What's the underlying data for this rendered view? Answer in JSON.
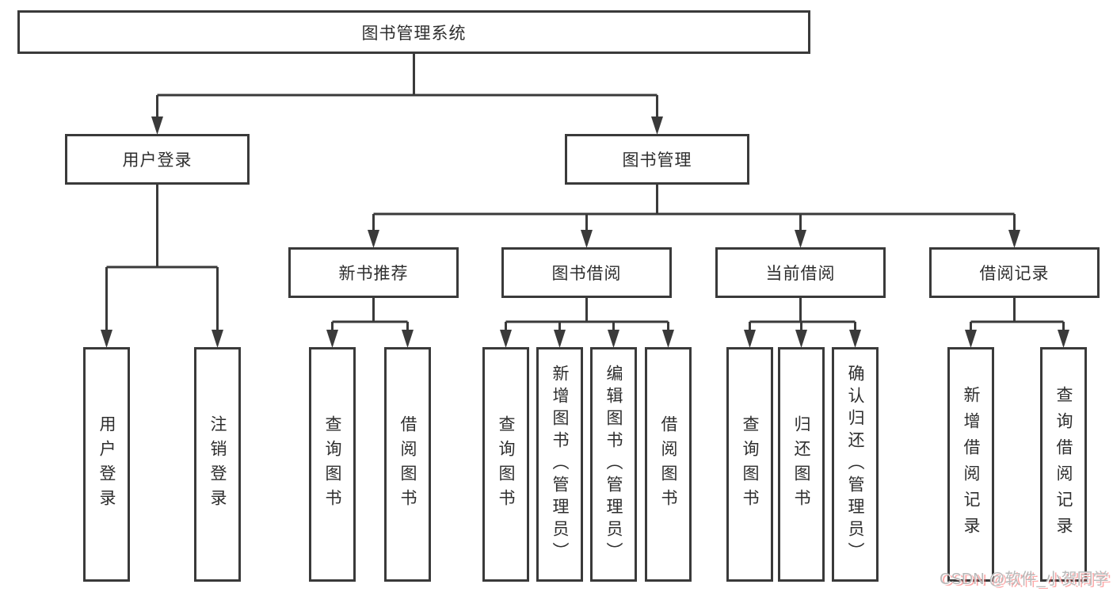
{
  "diagram": {
    "root": {
      "label": "图书管理系统"
    },
    "branches": [
      {
        "label": "用户登录",
        "children": [
          {
            "label": "用户登录"
          },
          {
            "label": "注销登录"
          }
        ]
      },
      {
        "label": "图书管理",
        "children": [
          {
            "label": "新书推荐",
            "children": [
              {
                "label": "查询图书"
              },
              {
                "label": "借阅图书"
              }
            ]
          },
          {
            "label": "图书借阅",
            "children": [
              {
                "label": "查询图书"
              },
              {
                "label": "新增图书（管理员）"
              },
              {
                "label": "编辑图书（管理员）"
              },
              {
                "label": "借阅图书"
              }
            ]
          },
          {
            "label": "当前借阅",
            "children": [
              {
                "label": "查询图书"
              },
              {
                "label": "归还图书"
              },
              {
                "label": "确认归还（管理员）"
              }
            ]
          },
          {
            "label": "借阅记录",
            "children": [
              {
                "label": "新增借阅记录"
              },
              {
                "label": "查询借阅记录"
              }
            ]
          }
        ]
      }
    ]
  },
  "watermark": {
    "text": "CSDN @软件_小贺同学"
  },
  "colors": {
    "line": "#3a3a3a",
    "box_border": "#3a3a3a",
    "text": "#2e2e2e",
    "background": "#ffffff",
    "watermark_text": "#b9b9b9",
    "watermark_accent": "#fc6060"
  }
}
